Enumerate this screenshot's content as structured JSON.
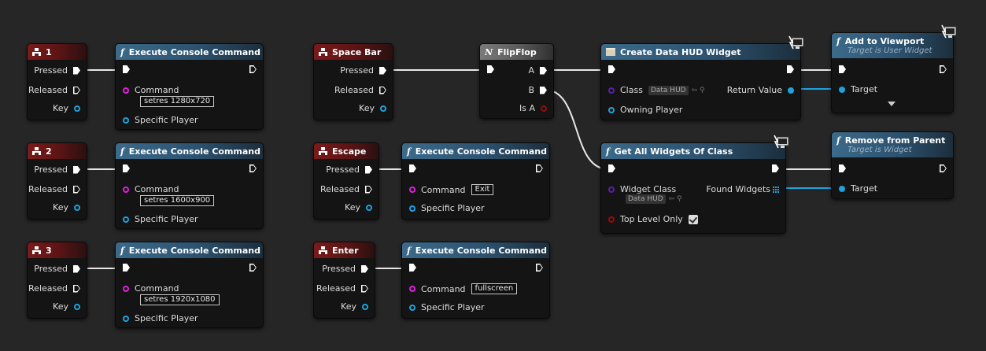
{
  "events": {
    "key1": {
      "title": "1",
      "pressed": "Pressed",
      "released": "Released",
      "key": "Key"
    },
    "key2": {
      "title": "2",
      "pressed": "Pressed",
      "released": "Released",
      "key": "Key"
    },
    "key3": {
      "title": "3",
      "pressed": "Pressed",
      "released": "Released",
      "key": "Key"
    },
    "space": {
      "title": "Space Bar",
      "pressed": "Pressed",
      "released": "Released",
      "key": "Key"
    },
    "escape": {
      "title": "Escape",
      "pressed": "Pressed",
      "released": "Released",
      "key": "Key"
    },
    "enter": {
      "title": "Enter",
      "pressed": "Pressed",
      "released": "Released",
      "key": "Key"
    }
  },
  "console_commands": {
    "c1": {
      "title": "Execute Console Command",
      "command_label": "Command",
      "command_value": "setres 1280x720",
      "player_label": "Specific Player"
    },
    "c2": {
      "title": "Execute Console Command",
      "command_label": "Command",
      "command_value": "setres 1600x900",
      "player_label": "Specific Player"
    },
    "c3": {
      "title": "Execute Console Command",
      "command_label": "Command",
      "command_value": "setres 1920x1080",
      "player_label": "Specific Player"
    },
    "c4": {
      "title": "Execute Console Command",
      "command_label": "Command",
      "command_value": "Exit",
      "player_label": "Specific Player"
    },
    "c5": {
      "title": "Execute Console Command",
      "command_label": "Command",
      "command_value": "fullscreen",
      "player_label": "Specific Player"
    }
  },
  "flipflop": {
    "title": "FlipFlop",
    "a": "A",
    "b": "B",
    "is_a": "Is A"
  },
  "create_widget": {
    "title": "Create Data HUD Widget",
    "class_label": "Class",
    "class_value": "Data HUD",
    "owning_player": "Owning Player",
    "return_value": "Return Value"
  },
  "add_to_viewport": {
    "title": "Add to Viewport",
    "subtitle": "Target is User Widget",
    "target": "Target"
  },
  "get_all_widgets": {
    "title": "Get All Widgets Of Class",
    "widget_class_label": "Widget Class",
    "widget_class_value": "Data HUD",
    "top_level_only": "Top Level Only",
    "found_widgets": "Found Widgets"
  },
  "remove_from_parent": {
    "title": "Remove from Parent",
    "subtitle": "Target is Widget",
    "target": "Target"
  },
  "colors": {
    "background": "#262626",
    "event_header": "#7a1a1a",
    "function_header": "#3c6a8a",
    "string_pin": "#e31de3",
    "object_pin": "#1ea2e0",
    "bool_pin": "#9a0a0a",
    "class_pin": "#5b1fae"
  }
}
